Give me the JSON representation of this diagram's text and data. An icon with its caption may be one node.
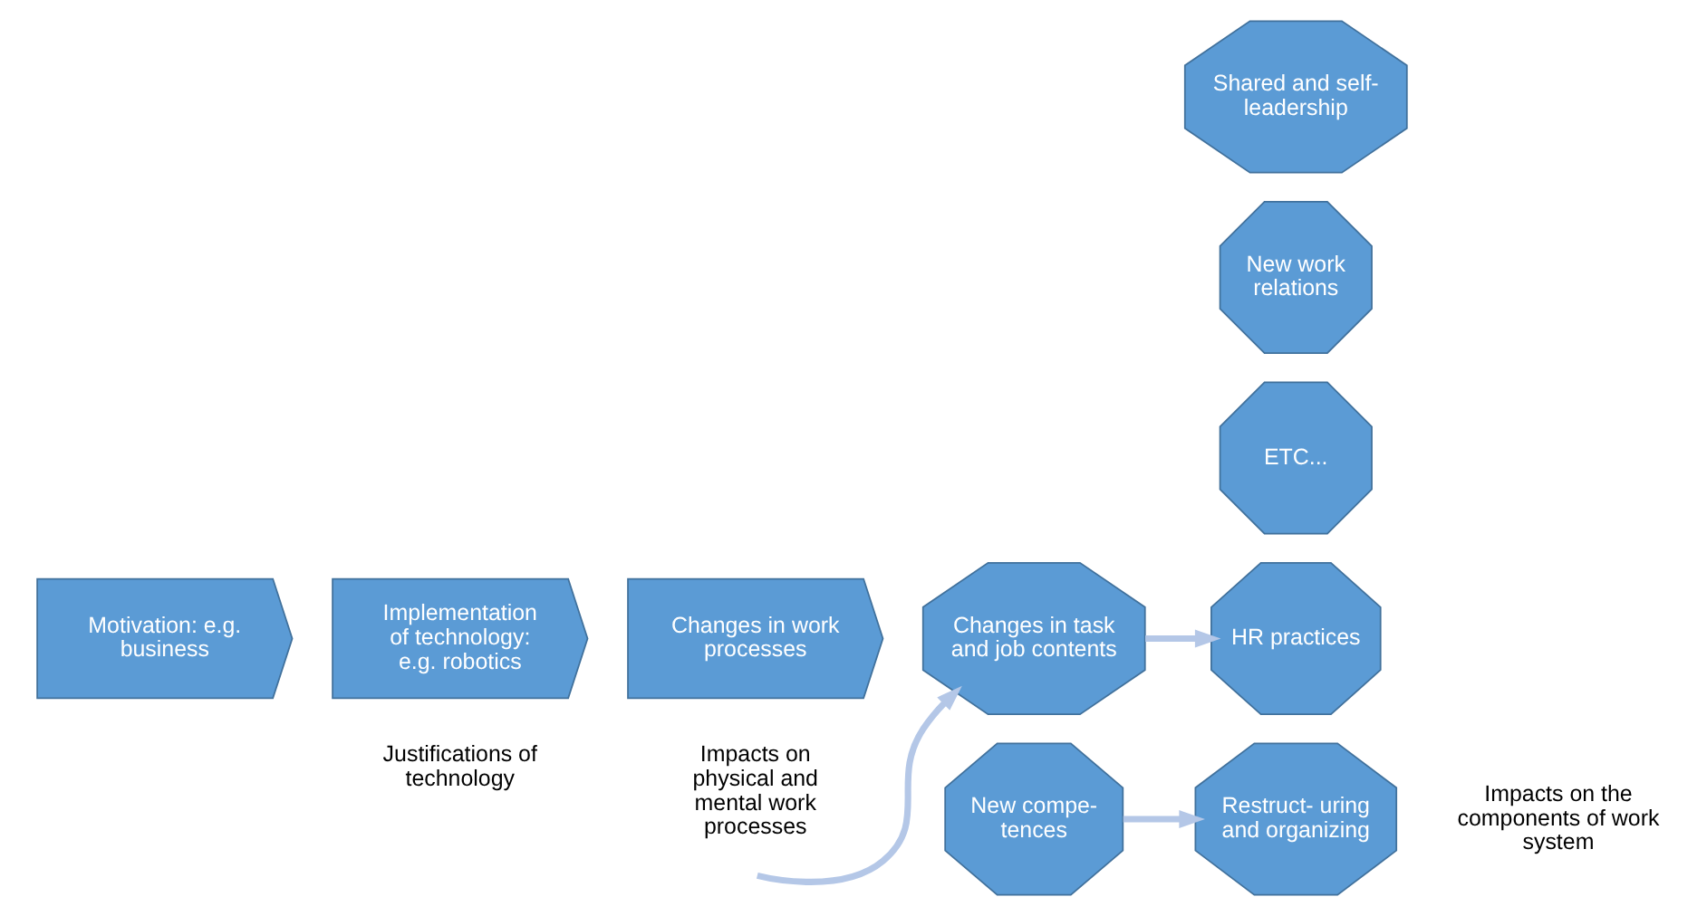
{
  "diagram": {
    "nodes": [
      {
        "text": [
          "Motivation: e.g. business"
        ]
      },
      {
        "text": [
          "Implementation of technology: e.g. robotics"
        ]
      },
      {
        "text": [
          "Changes in work processes"
        ]
      },
      {
        "text": [
          "ETC..."
        ]
      },
      {
        "text": [
          "HR practices"
        ]
      },
      {
        "text": [
          "New work relations"
        ]
      },
      {
        "text": [
          "New compe- tences"
        ]
      },
      {
        "text": [
          "Shared and self-leadership"
        ]
      },
      {
        "text": [
          "Changes in task and job contents"
        ]
      },
      {
        "text": [
          "Restruct- uring and organizing"
        ]
      }
    ],
    "edges": [
      {
        "from": 8,
        "to": 4,
        "arrow": "to"
      },
      {
        "from": null,
        "to": 8,
        "arrow": "to"
      },
      {
        "from": 6,
        "to": 9,
        "arrow": "to"
      }
    ],
    "labels": [
      "Justifications of technology",
      "Impacts on physical and mental work processes",
      "Impacts on the components of work system"
    ]
  }
}
